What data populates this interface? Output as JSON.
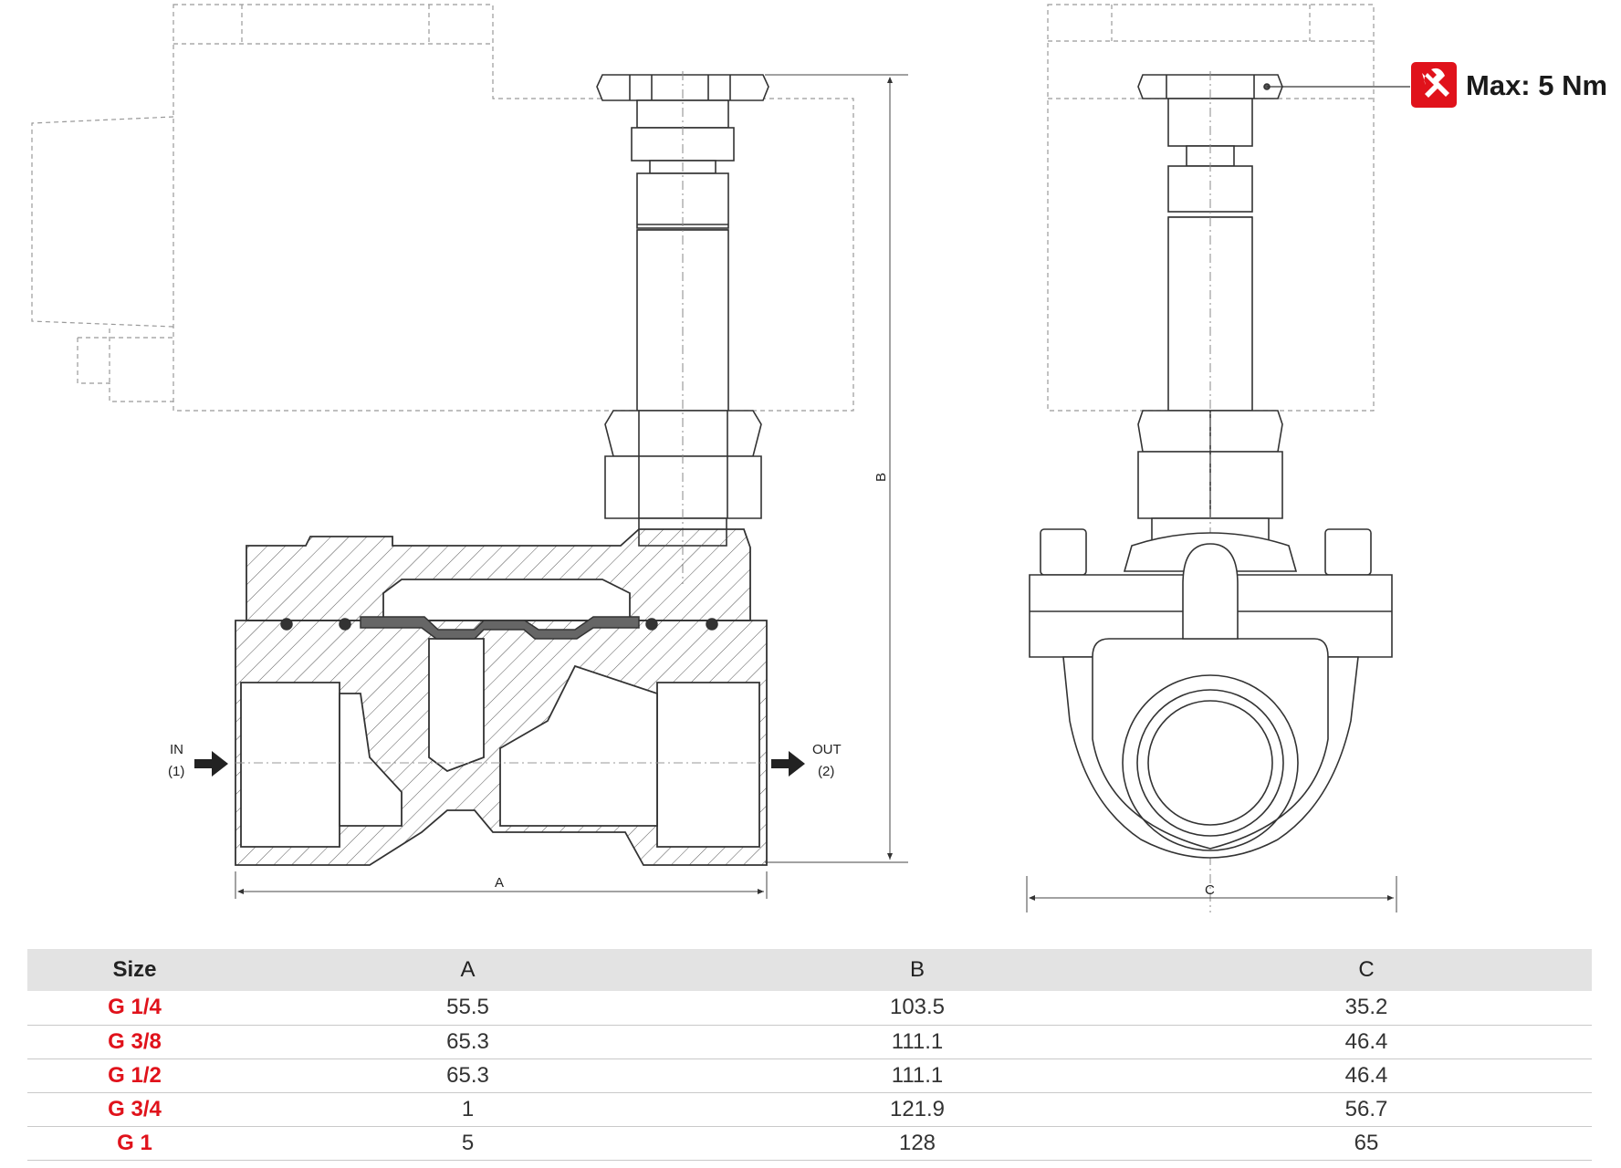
{
  "drawing": {
    "inlet_label": "IN",
    "inlet_port": "(1)",
    "outlet_label": "OUT",
    "outlet_port": "(2)",
    "dim_a": "A",
    "dim_b": "B",
    "dim_c": "C",
    "torque_text": "Max: 5 Nm",
    "torque_icon": "wrench-icon",
    "accent_color": "#e0121b"
  },
  "table": {
    "headers": [
      "Size",
      "A",
      "B",
      "C"
    ],
    "rows": [
      {
        "size": "G 1/4",
        "a": "55.5",
        "b": "103.5",
        "c": "35.2"
      },
      {
        "size": "G 3/8",
        "a": "65.3",
        "b": "111.1",
        "c": "46.4"
      },
      {
        "size": "G 1/2",
        "a": "65.3",
        "b": "111.1",
        "c": "46.4"
      },
      {
        "size": "G 3/4",
        "a": "1",
        "b": "121.9",
        "c": "56.7"
      },
      {
        "size": "G 1",
        "a": "5",
        "b": "128",
        "c": "65"
      }
    ]
  }
}
